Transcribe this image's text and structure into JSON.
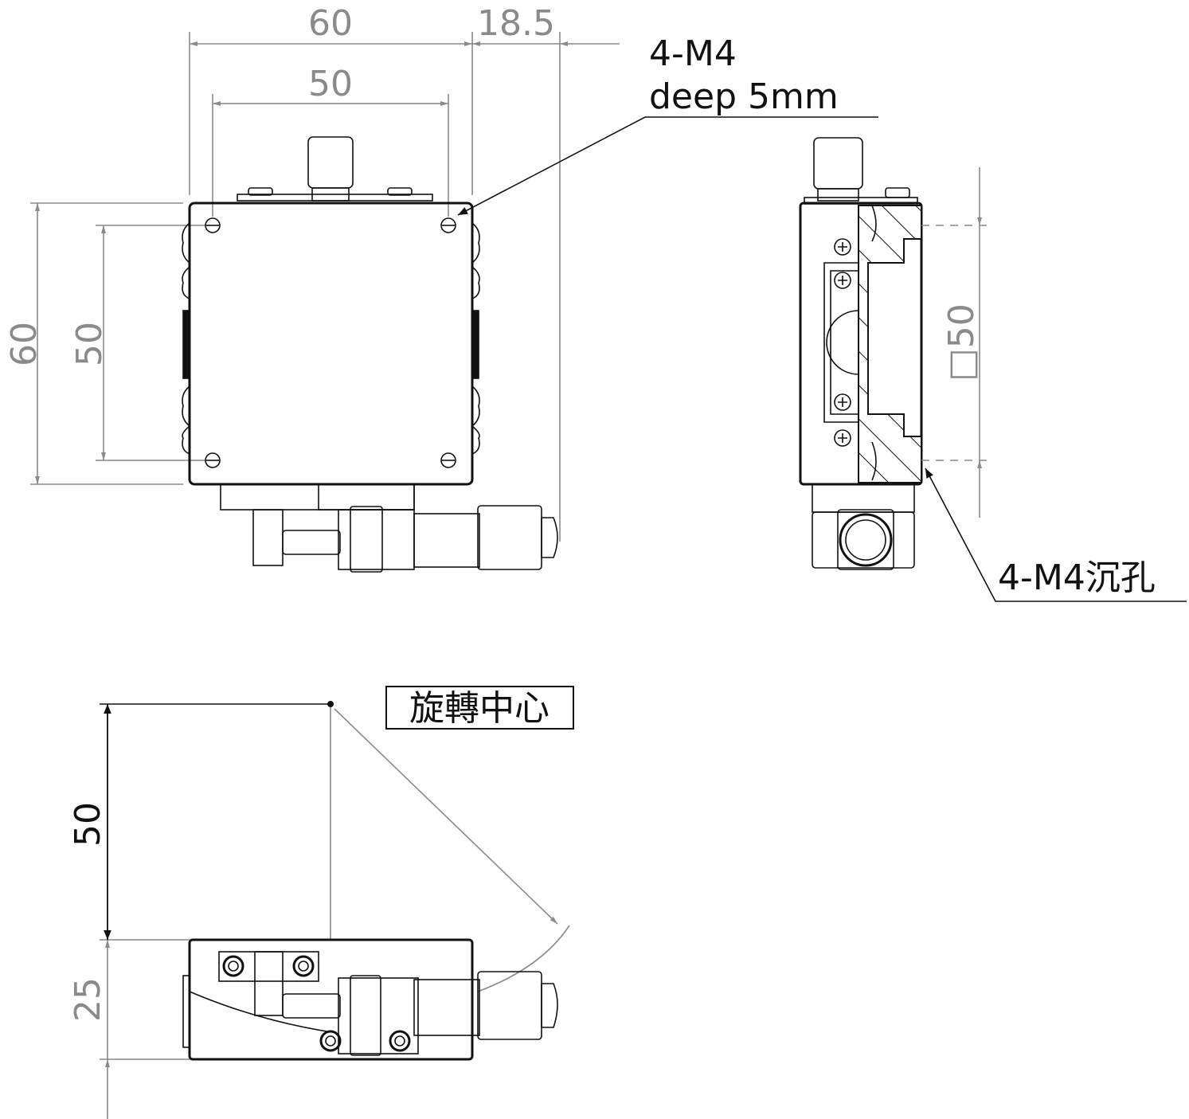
{
  "front_view": {
    "dim_width_outer": "60",
    "dim_offset": "18.5",
    "dim_width_inner": "50",
    "dim_height_outer": "60",
    "dim_height_inner": "50",
    "hole_note_line1": "4-M4",
    "hole_note_line2": "deep 5mm"
  },
  "side_view": {
    "dim_square": "□50",
    "counterbore_note": "4-M4沉孔"
  },
  "bottom_view": {
    "rotation_center_label": "旋轉中心",
    "dim_center_height": "50",
    "dim_body_height": "25"
  }
}
